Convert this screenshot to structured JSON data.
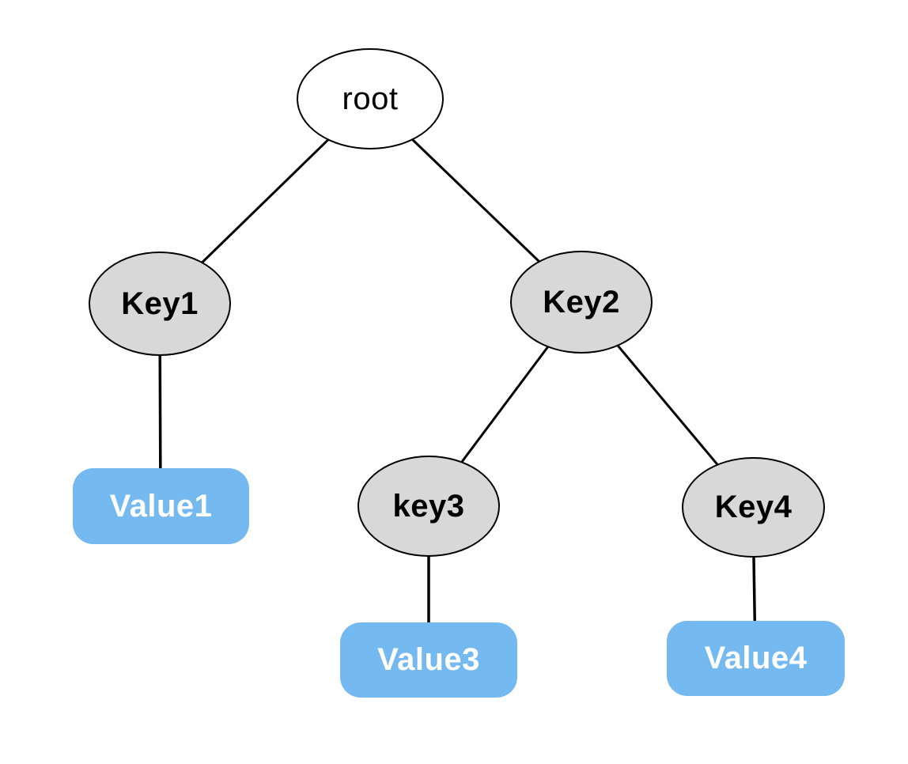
{
  "diagram": {
    "type": "tree",
    "nodes": {
      "root": {
        "label": "root",
        "shape": "ellipse",
        "fill": "#ffffff",
        "text_color": "#000000"
      },
      "key1": {
        "label": "Key1",
        "shape": "ellipse",
        "fill": "#d8d8d8",
        "text_color": "#000000"
      },
      "key2": {
        "label": "Key2",
        "shape": "ellipse",
        "fill": "#d8d8d8",
        "text_color": "#000000"
      },
      "key3": {
        "label": "key3",
        "shape": "ellipse",
        "fill": "#d8d8d8",
        "text_color": "#000000"
      },
      "key4": {
        "label": "Key4",
        "shape": "ellipse",
        "fill": "#d8d8d8",
        "text_color": "#000000"
      },
      "value1": {
        "label": "Value1",
        "shape": "rounded-rect",
        "fill": "#74b9f0",
        "text_color": "#ffffff"
      },
      "value3": {
        "label": "Value3",
        "shape": "rounded-rect",
        "fill": "#74b9f0",
        "text_color": "#ffffff"
      },
      "value4": {
        "label": "Value4",
        "shape": "rounded-rect",
        "fill": "#74b9f0",
        "text_color": "#ffffff"
      }
    },
    "edges": [
      {
        "from": "root",
        "to": "key1"
      },
      {
        "from": "root",
        "to": "key2"
      },
      {
        "from": "key1",
        "to": "value1"
      },
      {
        "from": "key2",
        "to": "key3"
      },
      {
        "from": "key2",
        "to": "key4"
      },
      {
        "from": "key3",
        "to": "value3"
      },
      {
        "from": "key4",
        "to": "value4"
      }
    ],
    "colors": {
      "edge_stroke": "#000000",
      "ellipse_stroke": "#000000",
      "key_fill": "#d8d8d8",
      "value_fill": "#74b9f0",
      "background": "#ffffff"
    }
  }
}
